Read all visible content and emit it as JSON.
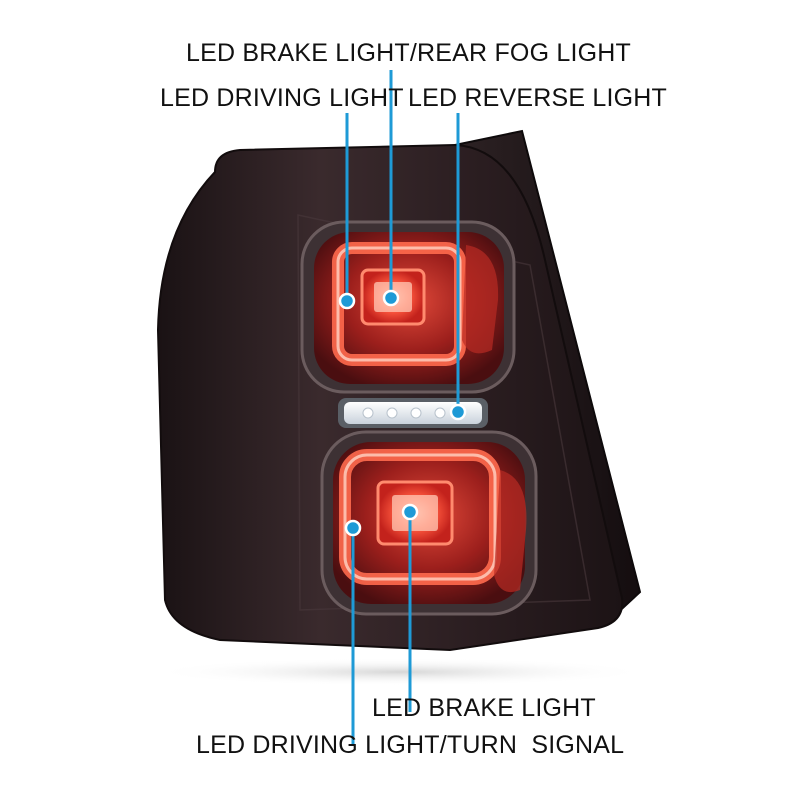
{
  "labels": {
    "brake_fog": "LED BRAKE LIGHT/REAR FOG LIGHT",
    "driving": "LED DRIVING LIGHT",
    "reverse": "LED REVERSE LIGHT",
    "brake": "LED BRAKE LIGHT",
    "driving_turn": "LED DRIVING LIGHT/TURN  SIGNAL"
  },
  "colors": {
    "callout": "#1e9ad6",
    "housing": "#2a1c1e",
    "lens_red": "#c8322c",
    "reverse_white": "#f2f4f8"
  }
}
